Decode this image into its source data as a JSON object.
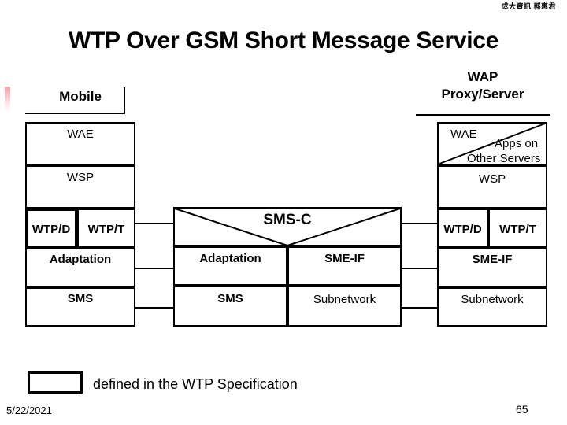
{
  "slide": {
    "title": "WTP Over GSM Short Message Service",
    "author_mark": "成大資訊 郭惠君",
    "page_number": "65",
    "date": "5/22/2021"
  },
  "legend": {
    "swatch_name": "legend-box",
    "text": "defined in the WTP Specification"
  },
  "mobile": {
    "caption": "Mobile",
    "layers": [
      {
        "label": "WAE",
        "style": "regular"
      },
      {
        "label": "WSP",
        "style": "regular"
      },
      {
        "label": "WTP/D",
        "style": "bold-emphasis"
      },
      {
        "label": "WTP/T",
        "style": "bold"
      },
      {
        "label": "Adaptation",
        "style": "bold"
      },
      {
        "label": "SMS",
        "style": "bold"
      }
    ]
  },
  "smsc": {
    "caption": "SMS-C",
    "layers": [
      {
        "label": "Adaptation",
        "style": "bold"
      },
      {
        "label": "SME-IF",
        "style": "bold"
      },
      {
        "label": "SMS",
        "style": "bold"
      },
      {
        "label": "Subnetwork",
        "style": "regular"
      }
    ]
  },
  "wap": {
    "caption_line1": "WAP",
    "caption_line2": "Proxy/Server",
    "layers": [
      {
        "label": "WAE",
        "style": "regular"
      },
      {
        "label": "Apps on",
        "style": "regular"
      },
      {
        "label": "Other Servers",
        "style": "regular"
      },
      {
        "label": "WSP",
        "style": "regular"
      },
      {
        "label": "WTP/D",
        "style": "bold"
      },
      {
        "label": "WTP/T",
        "style": "bold"
      },
      {
        "label": "SME-IF",
        "style": "bold"
      },
      {
        "label": "Subnetwork",
        "style": "regular"
      }
    ]
  },
  "colors": {
    "stroke": "#000000",
    "background": "#ffffff",
    "accent_bar": "#f5a0a8"
  }
}
